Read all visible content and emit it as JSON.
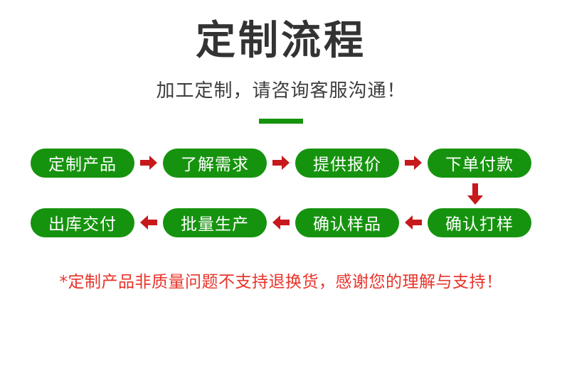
{
  "header": {
    "title": "定制流程",
    "subtitle": "加工定制，请咨询客服沟通！",
    "divider": "green-divider-bar"
  },
  "flow": {
    "row1_direction": "left-to-right",
    "row2_direction": "right-to-left",
    "row1": [
      {
        "label": "定制产品"
      },
      {
        "label": "了解需求"
      },
      {
        "label": "提供报价"
      },
      {
        "label": "下单付款"
      }
    ],
    "row2": [
      {
        "label": "出库交付"
      },
      {
        "label": "批量生产"
      },
      {
        "label": "确认样品"
      },
      {
        "label": "确认打样"
      }
    ],
    "arrow_right_icon": "arrow-right-icon",
    "arrow_left_icon": "arrow-left-icon",
    "arrow_down_icon": "arrow-down-icon"
  },
  "footer": {
    "note": "*定制产品非质量问题不支持退换货，感谢您的理解与支持！"
  },
  "colors": {
    "pill_green": "#16930e",
    "arrow_red": "#c7181c",
    "note_red": "#e8332a",
    "title_gray": "#333333",
    "subtitle_gray": "#3d3d3d",
    "background": "#ffffff"
  }
}
